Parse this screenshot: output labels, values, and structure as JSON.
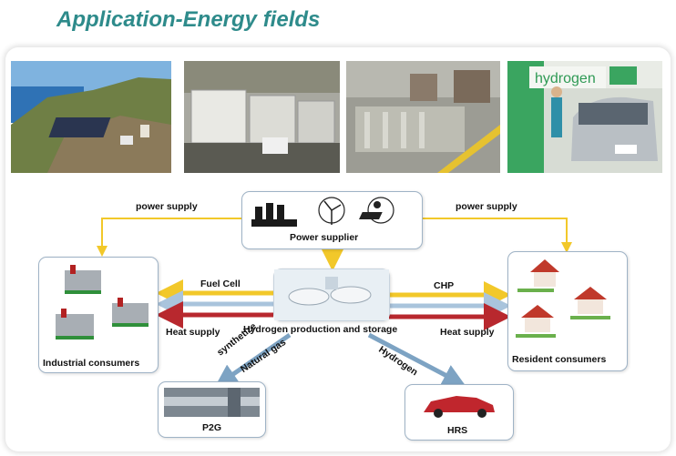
{
  "title": "Application-Energy fields",
  "photos": {
    "photo_1": "coastal solar field",
    "photo_2": "containerized fuel cell units",
    "photo_3": "hydrogen production plant",
    "photo_4": "hydrogen fueling station",
    "sign_text": "hydrogen"
  },
  "nodes": {
    "power_supplier": "Power supplier",
    "industrial_consumers": "Industrial consumers",
    "resident_consumers": "Resident consumers",
    "hydrogen_storage": "Hydrogen production and storage",
    "p2g": "P2G",
    "hrs": "HRS"
  },
  "flows": {
    "power_supply_left": "power supply",
    "power_supply_right": "power supply",
    "fuel_cell": "Fuel Cell",
    "heat_supply_left": "Heat supply",
    "chp": "CHP",
    "heat_supply_right": "Heat supply",
    "synthetize": "synthetize",
    "natural_gas": "Natural gas",
    "hydrogen": "Hydrogen"
  },
  "colors": {
    "title": "#2e8b8b",
    "yellow_arrow": "#f2c82a",
    "blue_arrow": "#a9c4dc",
    "red_arrow": "#b8282e",
    "flow_arrow": "#7da3c3"
  }
}
